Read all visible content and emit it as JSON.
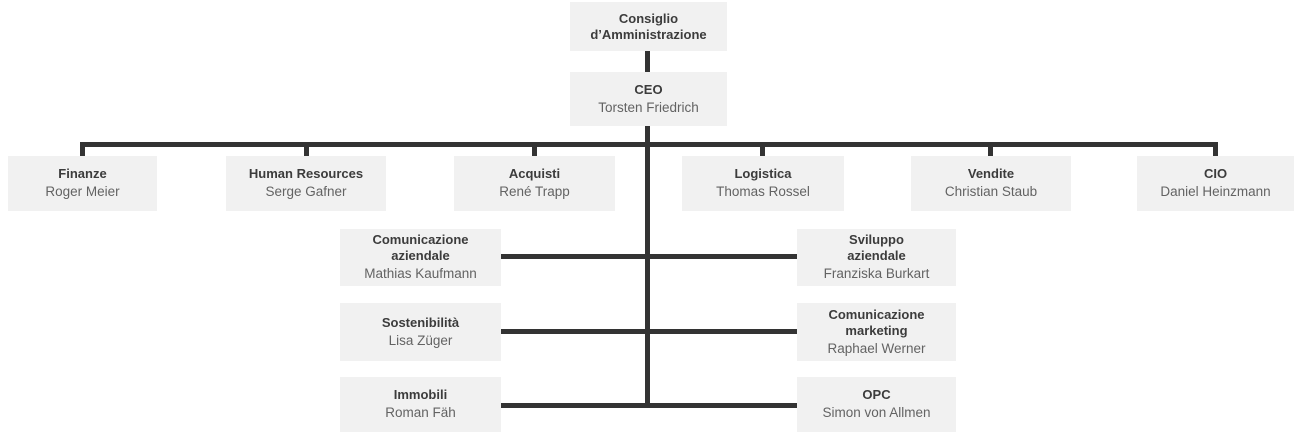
{
  "theme": {
    "background": "#ffffff",
    "node_fill": "#f1f1f1",
    "line_color": "#333333",
    "title_color": "#3c3c3c",
    "name_color": "#636363"
  },
  "org": {
    "board": {
      "title": "Consiglio\nd’Amministrazione"
    },
    "ceo": {
      "title": "CEO",
      "name": "Torsten Friedrich"
    },
    "departments": [
      {
        "title": "Finanze",
        "name": "Roger Meier"
      },
      {
        "title": "Human Resources",
        "name": "Serge Gafner"
      },
      {
        "title": "Acquisti",
        "name": "René Trapp"
      },
      {
        "title": "Logistica",
        "name": "Thomas Rossel"
      },
      {
        "title": "Vendite",
        "name": "Christian Staub"
      },
      {
        "title": "CIO",
        "name": "Daniel Heinzmann"
      }
    ],
    "staff_left": [
      {
        "title": "Comunicazione\naziendale",
        "name": "Mathias Kaufmann"
      },
      {
        "title": "Sostenibilità",
        "name": "Lisa Züger"
      },
      {
        "title": "Immobili",
        "name": "Roman Fäh"
      }
    ],
    "staff_right": [
      {
        "title": "Sviluppo\naziendale",
        "name": "Franziska Burkart"
      },
      {
        "title": "Comunicazione\nmarketing",
        "name": "Raphael Werner"
      },
      {
        "title": "OPC",
        "name": "Simon von Allmen"
      }
    ]
  }
}
